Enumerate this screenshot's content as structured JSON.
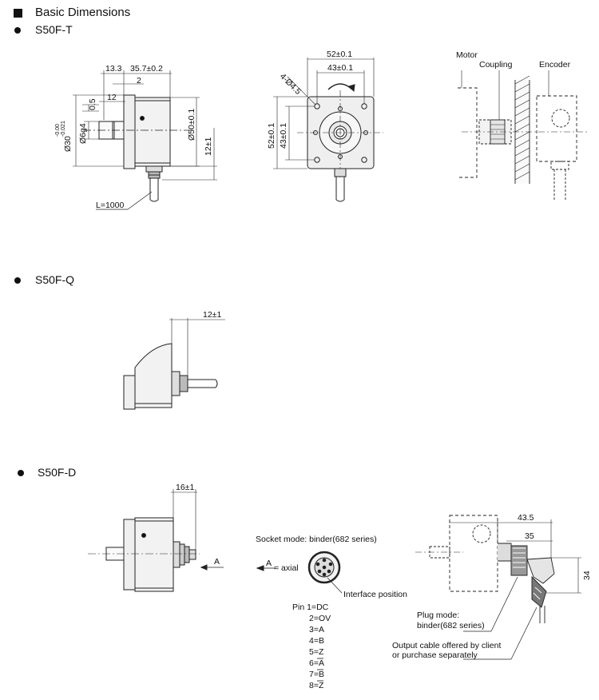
{
  "header": {
    "title": "Basic Dimensions"
  },
  "s50ft": {
    "name": "S50F-T",
    "dim_13_3": "13.3",
    "dim_35_7": "35.7±0.2",
    "dim_2": "2",
    "dim_12": "12",
    "dim_0_5": "0.5",
    "dim_30": "Ø30",
    "dim_30_tol_top": "-0.00",
    "dim_30_tol_bot": "-0.021",
    "dim_6g4": "Ø6g4",
    "dim_50": "Ø50±0.1",
    "dim_12_1": "12±1",
    "cable_length": "L=1000",
    "front_52_top": "52±0.1",
    "front_43_top": "43±0.1",
    "front_hole": "4-Ø4.5",
    "front_52_side": "52±0.1",
    "front_43_side": "43±0.1",
    "motor_label": "Motor",
    "coupling_label": "Coupling",
    "encoder_label": "Encoder"
  },
  "s50fq": {
    "name": "S50F-Q",
    "dim_12_1": "12±1"
  },
  "s50fd": {
    "name": "S50F-D",
    "dim_16_1": "16±1",
    "arrow_a": "A",
    "socket_mode": "Socket mode: binder(682 series)",
    "axial_a": "A",
    "axial_text": "= axial",
    "interface_position": "Interface position",
    "pins": [
      "Pin 1=DC",
      "2=OV",
      "3=A",
      "4=B",
      "5=Z",
      "6=A",
      "7=B",
      "8=Z"
    ],
    "dim_43_5": "43.5",
    "dim_35": "35",
    "dim_34": "34",
    "plug_mode_line1": "Plug mode:",
    "plug_mode_line2": "binder(682 series)",
    "cable_line1": "Output cable offered by client",
    "cable_line2": "or purchase separately"
  }
}
